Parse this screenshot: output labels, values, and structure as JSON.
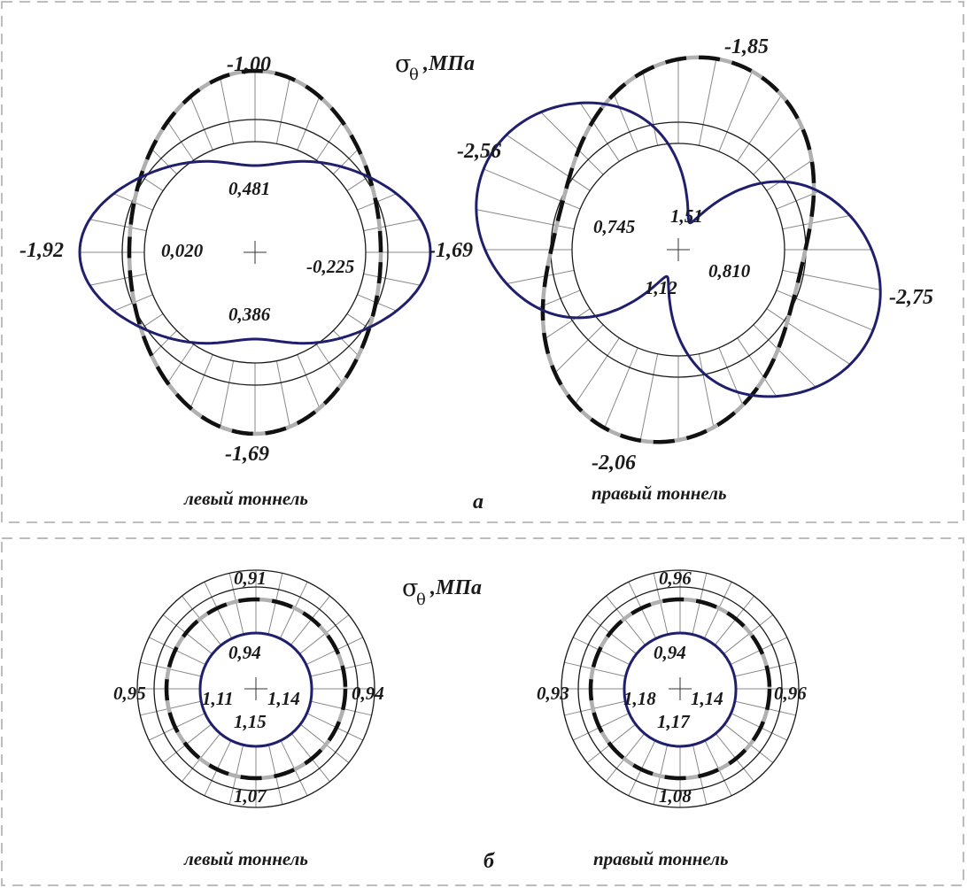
{
  "panels": [
    {
      "id": "a",
      "unit_label": "МПа",
      "sigma_symbol": "σ",
      "sigma_sub": "θ",
      "letter": "а",
      "tunnels": [
        {
          "caption": "левый тоннель",
          "values": {
            "outer_top": "-1,00",
            "outer_bottom": "-1,69",
            "outer_left": "-1,92",
            "outer_right": "-1,69",
            "inner_top": "0,481",
            "inner_bottom": "0,386",
            "inner_left": "0,020",
            "inner_right": "-0,225"
          }
        },
        {
          "caption": "правый тоннель",
          "values": {
            "outer_top": "-1,85",
            "outer_bottom": "-2,06",
            "outer_left": "-2,56",
            "outer_right": "-2,75",
            "inner_top": "1,51",
            "inner_bottom": "1,12",
            "inner_left": "0,745",
            "inner_right": "0,810"
          }
        }
      ]
    },
    {
      "id": "b",
      "unit_label": "МПа",
      "sigma_symbol": "σ",
      "sigma_sub": "θ",
      "letter": "б",
      "tunnels": [
        {
          "caption": "левый тоннель",
          "values": {
            "outer_top": "0,91",
            "outer_bottom": "1,07",
            "outer_left": "0,95",
            "outer_right": "0,94",
            "inner_top": "0,94",
            "inner_bottom": "1,15",
            "inner_left": "1,11",
            "inner_right": "1,14"
          }
        },
        {
          "caption": "правый тоннель",
          "values": {
            "outer_top": "0,96",
            "outer_bottom": "1,08",
            "outer_left": "0,93",
            "outer_right": "0,96",
            "inner_top": "0,94",
            "inner_bottom": "1,17",
            "inner_left": "1,18",
            "inner_right": "1,14"
          }
        }
      ]
    }
  ],
  "colors": {
    "frame": "#bdbdbd",
    "inner_curve": "#1f1f6e",
    "dashed_dark": "#111111",
    "dashed_light": "#b0b0b0",
    "grid": "#1a1a1a",
    "rays": "#888888"
  }
}
